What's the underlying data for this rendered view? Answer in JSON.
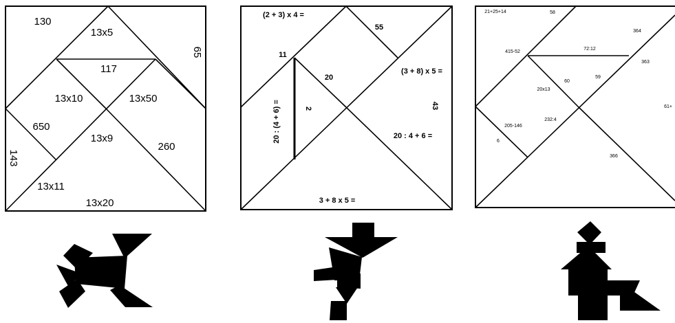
{
  "puzzles": [
    {
      "labels": [
        "130",
        "13x5",
        "65",
        "117",
        "13x10",
        "13x50",
        "650",
        "13x9",
        "260",
        "143",
        "13x11",
        "13x20"
      ]
    },
    {
      "labels": [
        "(2 + 3) x 4 =",
        "55",
        "11",
        "20",
        "(3 + 8) x 5 =",
        "20 : (4 + 6) =",
        "2",
        "20 : 4 + 6 =",
        "3 + 8 x 5 =",
        "43"
      ]
    },
    {
      "labels": [
        "21+25+14",
        "58",
        "364",
        "415-52",
        "72:12",
        "363",
        "60",
        "59",
        "20x13",
        "61+",
        "205-146",
        "6",
        "232:4",
        "366"
      ]
    }
  ],
  "silhouettes": [
    {
      "name": "running-figure"
    },
    {
      "name": "kicking-figure"
    },
    {
      "name": "kneeling-figure"
    }
  ],
  "colors": {
    "line": "#000000",
    "background": "#ffffff",
    "silhouette": "#000000"
  }
}
